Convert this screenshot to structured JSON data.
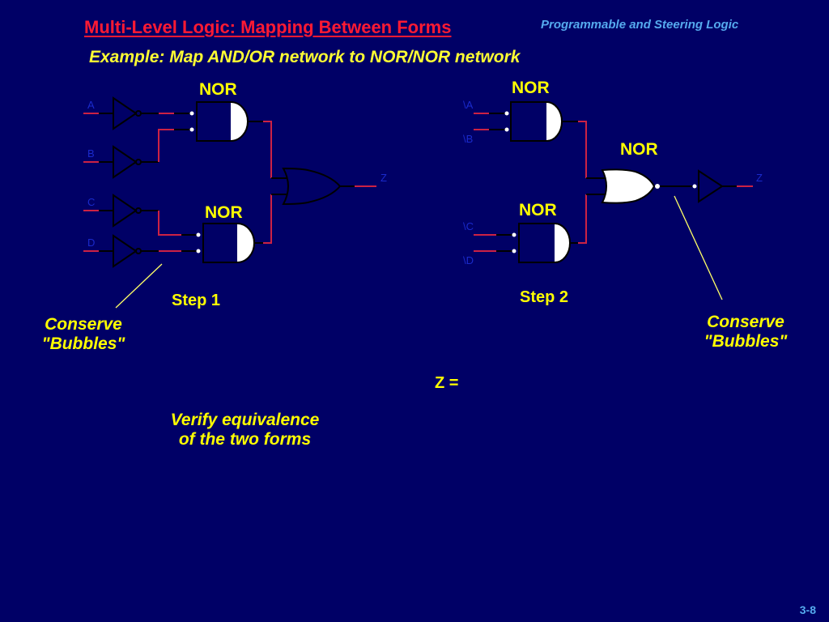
{
  "slide": {
    "title": "Multi-Level Logic: Mapping Between Forms",
    "course_title": "Programmable and Steering Logic",
    "subtitle": "Example: Map AND/OR network to NOR/NOR network",
    "page_number": "3-8"
  },
  "colors": {
    "background": "#000066",
    "title": "#ff1a33",
    "accent_text": "#ffff00",
    "course_text": "#55aaee",
    "wire_red": "#cc2244",
    "pin_label": "#1a2acc"
  },
  "step1": {
    "gate_labels": [
      "NOR",
      "NOR"
    ],
    "inputs": [
      "A",
      "B",
      "C",
      "D"
    ],
    "output": "Z",
    "step_label": "Step 1",
    "note": [
      "Conserve",
      "\"Bubbles\""
    ]
  },
  "step2": {
    "gate_labels": [
      "NOR",
      "NOR",
      "NOR"
    ],
    "inputs": [
      "\\A",
      "\\B",
      "\\C",
      "\\D"
    ],
    "output": "Z",
    "step_label": "Step 2",
    "note": [
      "Conserve",
      "\"Bubbles\""
    ]
  },
  "equation": {
    "label": "Z ="
  },
  "verify": {
    "lines": [
      "Verify equivalence",
      "of the two forms"
    ]
  }
}
